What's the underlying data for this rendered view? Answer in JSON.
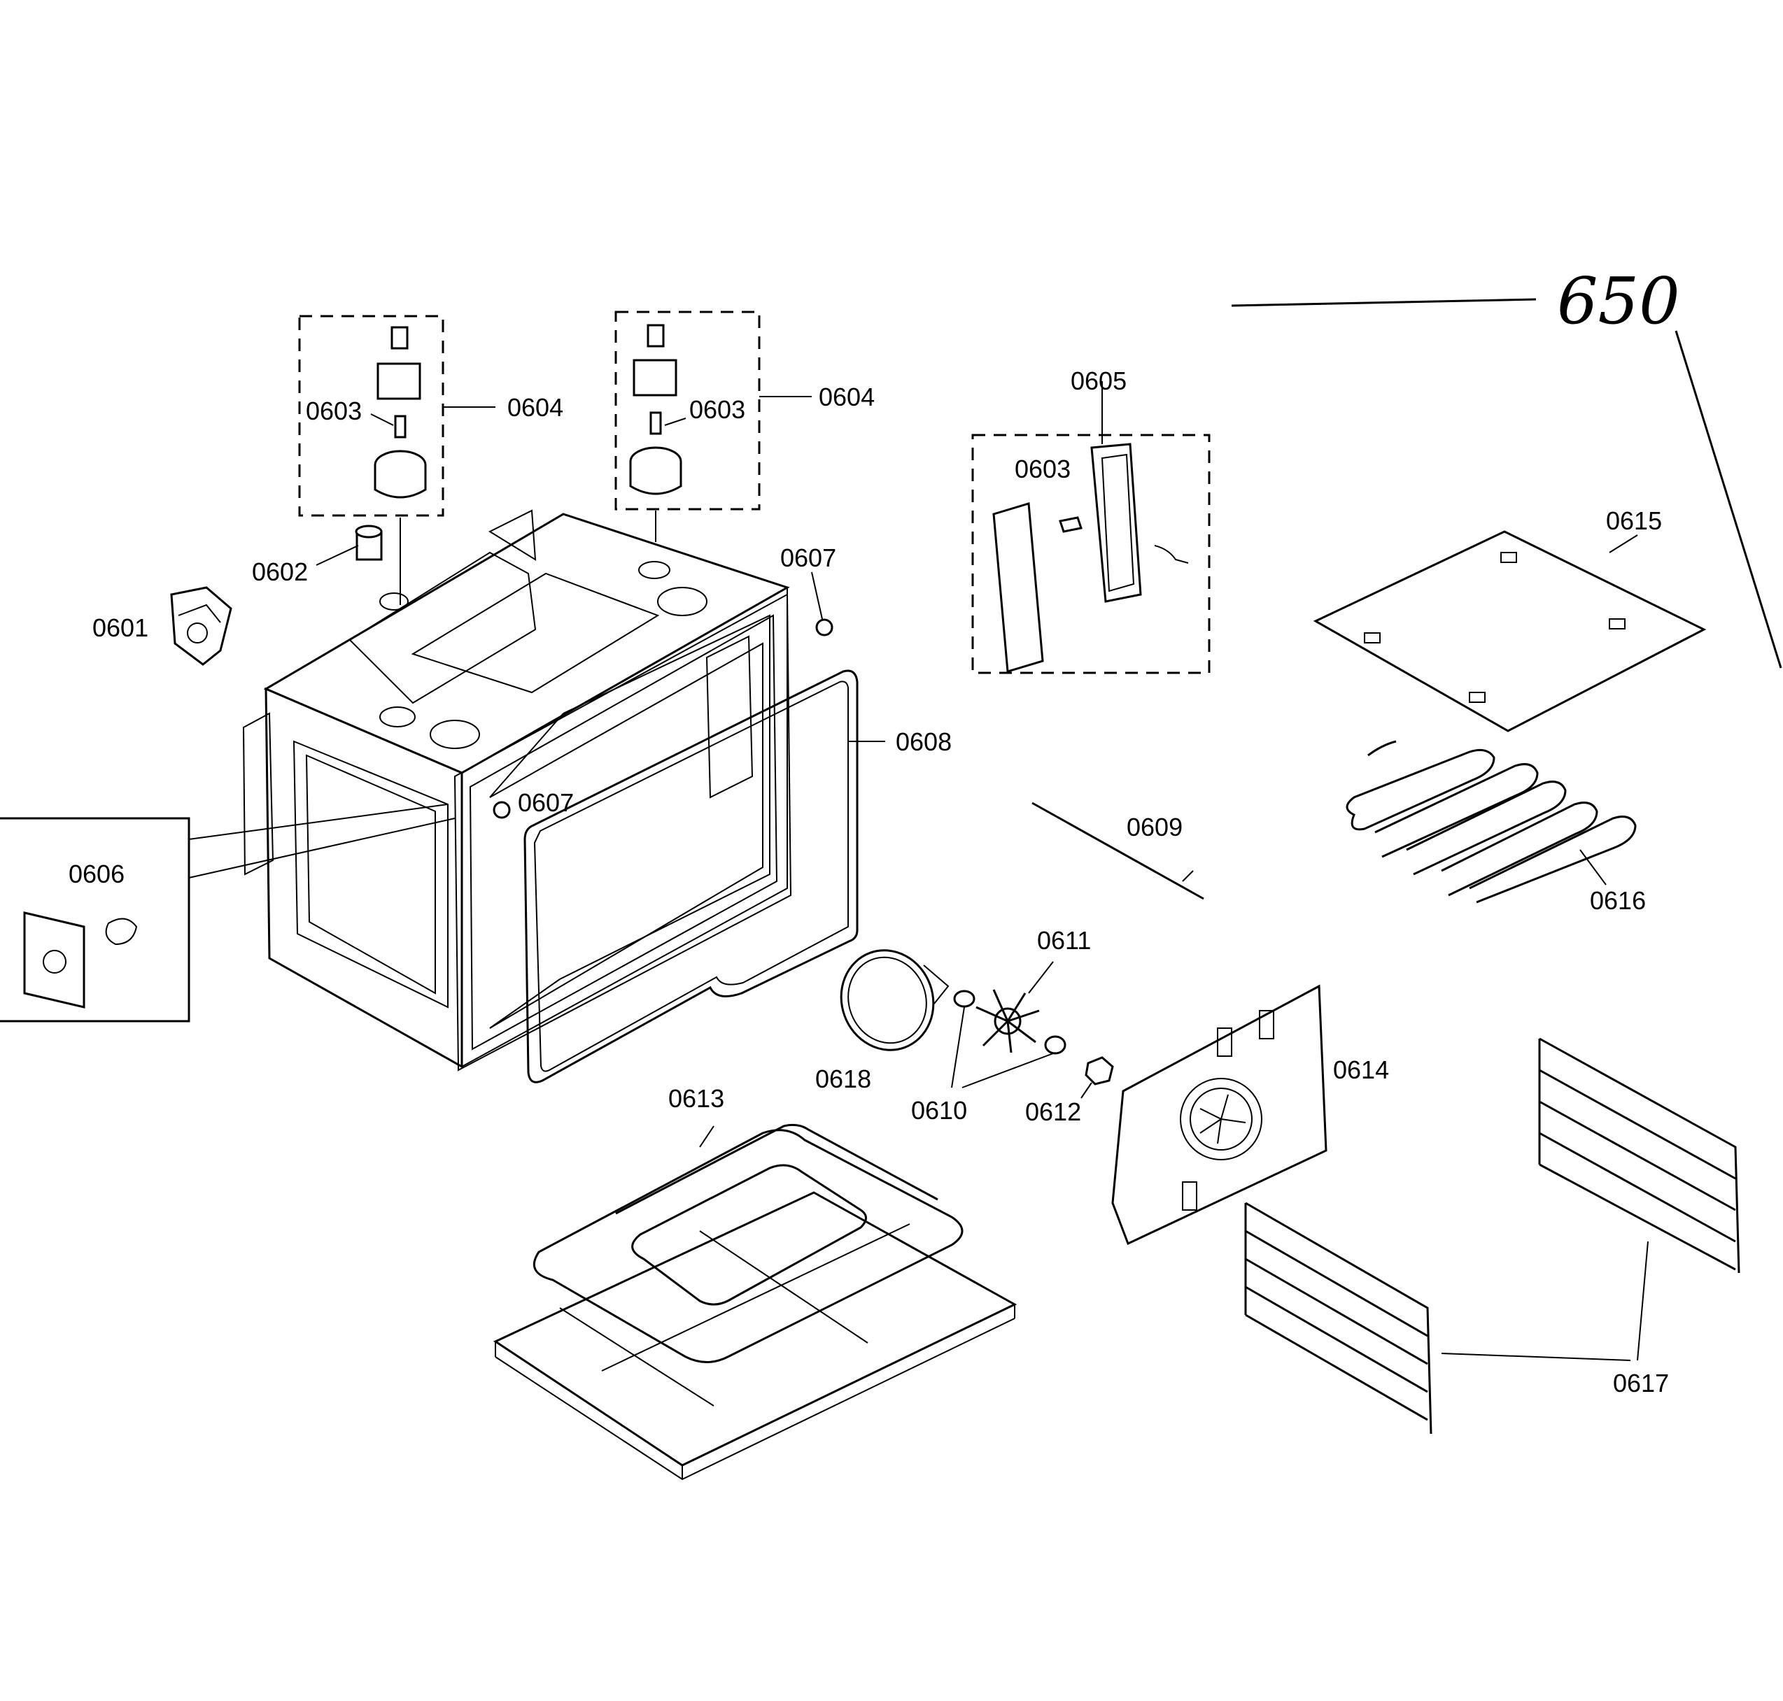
{
  "drawing_number": "650",
  "labels": {
    "p0601": "0601",
    "p0602": "0602",
    "p0603_a": "0603",
    "p0603_b": "0603",
    "p0603_c": "0603",
    "p0604_a": "0604",
    "p0604_b": "0604",
    "p0605": "0605",
    "p0606": "0606",
    "p0607_a": "0607",
    "p0607_b": "0607",
    "p0608": "0608",
    "p0609": "0609",
    "p0610": "0610",
    "p0611": "0611",
    "p0612": "0612",
    "p0613": "0613",
    "p0614": "0614",
    "p0615": "0615",
    "p0616": "0616",
    "p0617": "0617",
    "p0618": "0618"
  }
}
